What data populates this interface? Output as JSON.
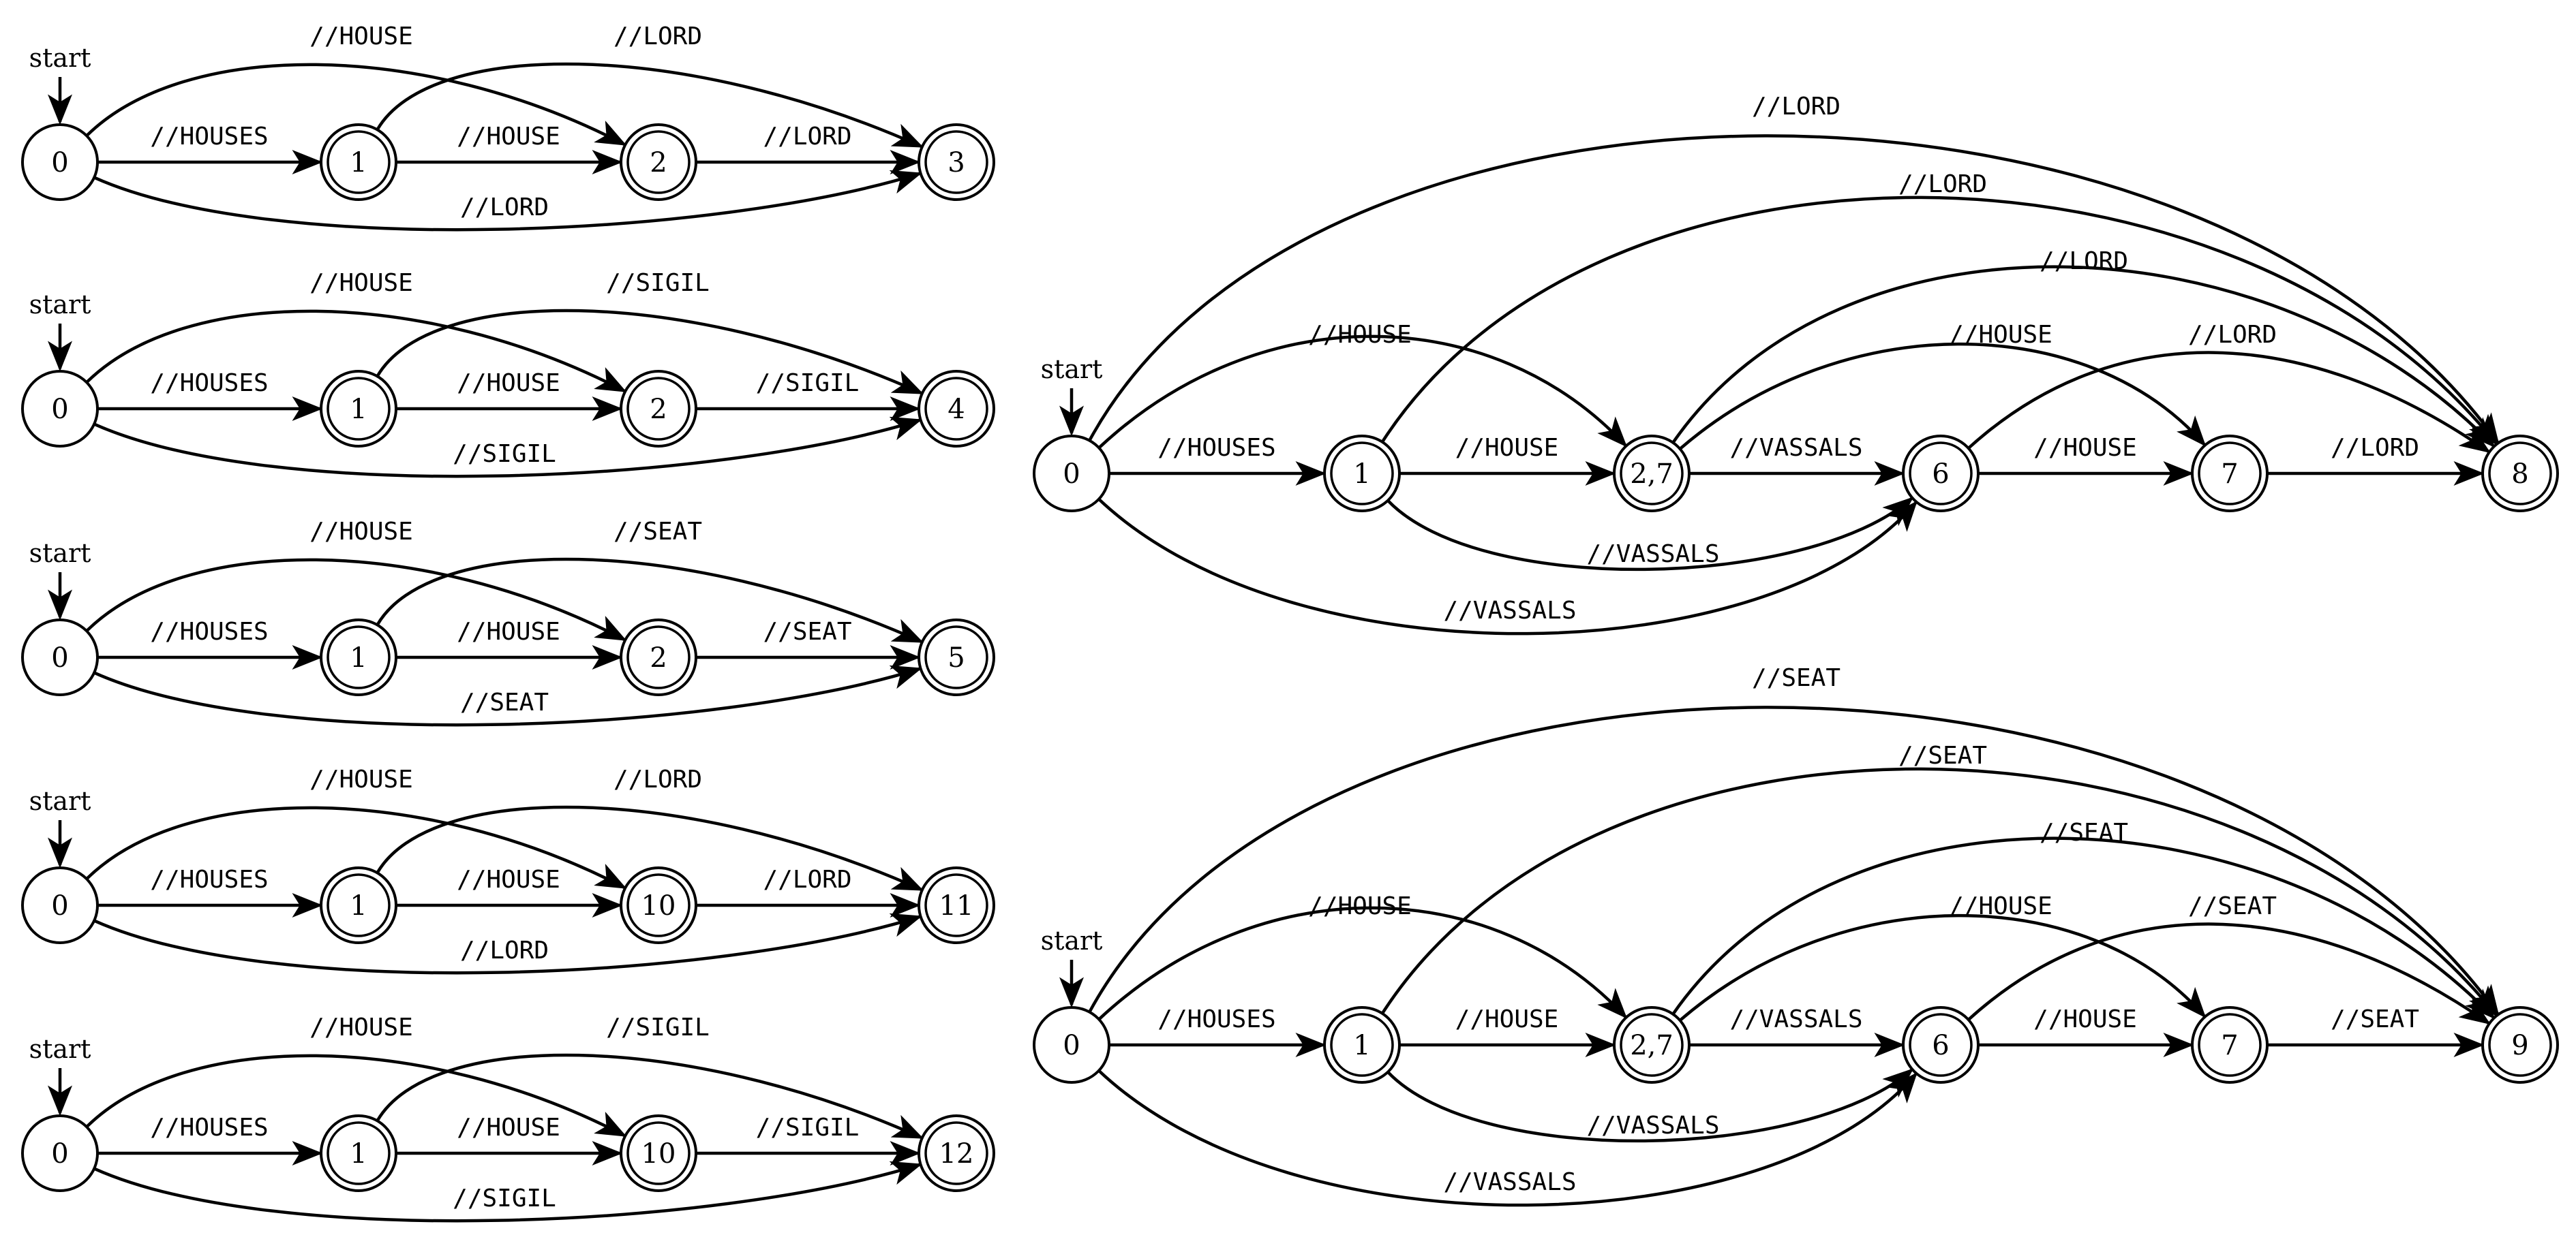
{
  "start_label": "start",
  "automata": [
    {
      "id": "a1",
      "states": [
        {
          "id": "0",
          "label": "0",
          "accepting": false
        },
        {
          "id": "1",
          "label": "1",
          "accepting": true
        },
        {
          "id": "2",
          "label": "2",
          "accepting": true
        },
        {
          "id": "3",
          "label": "3",
          "accepting": true
        }
      ],
      "transitions": [
        {
          "from": "0",
          "to": "1",
          "label": "//HOUSES"
        },
        {
          "from": "1",
          "to": "2",
          "label": "//HOUSE"
        },
        {
          "from": "2",
          "to": "3",
          "label": "//LORD"
        },
        {
          "from": "0",
          "to": "2",
          "label": "//HOUSE"
        },
        {
          "from": "1",
          "to": "3",
          "label": "//LORD"
        },
        {
          "from": "0",
          "to": "3",
          "label": "//LORD"
        }
      ]
    },
    {
      "id": "a2",
      "states": [
        {
          "id": "0",
          "label": "0",
          "accepting": false
        },
        {
          "id": "1",
          "label": "1",
          "accepting": true
        },
        {
          "id": "2",
          "label": "2",
          "accepting": true
        },
        {
          "id": "4",
          "label": "4",
          "accepting": true
        }
      ],
      "transitions": [
        {
          "from": "0",
          "to": "1",
          "label": "//HOUSES"
        },
        {
          "from": "1",
          "to": "2",
          "label": "//HOUSE"
        },
        {
          "from": "2",
          "to": "4",
          "label": "//SIGIL"
        },
        {
          "from": "0",
          "to": "2",
          "label": "//HOUSE"
        },
        {
          "from": "1",
          "to": "4",
          "label": "//SIGIL"
        },
        {
          "from": "0",
          "to": "4",
          "label": "//SIGIL"
        }
      ]
    },
    {
      "id": "a3",
      "states": [
        {
          "id": "0",
          "label": "0",
          "accepting": false
        },
        {
          "id": "1",
          "label": "1",
          "accepting": true
        },
        {
          "id": "2",
          "label": "2",
          "accepting": true
        },
        {
          "id": "5",
          "label": "5",
          "accepting": true
        }
      ],
      "transitions": [
        {
          "from": "0",
          "to": "1",
          "label": "//HOUSES"
        },
        {
          "from": "1",
          "to": "2",
          "label": "//HOUSE"
        },
        {
          "from": "2",
          "to": "5",
          "label": "//SEAT"
        },
        {
          "from": "0",
          "to": "2",
          "label": "//HOUSE"
        },
        {
          "from": "1",
          "to": "5",
          "label": "//SEAT"
        },
        {
          "from": "0",
          "to": "5",
          "label": "//SEAT"
        }
      ]
    },
    {
      "id": "a4",
      "states": [
        {
          "id": "0",
          "label": "0",
          "accepting": false
        },
        {
          "id": "1",
          "label": "1",
          "accepting": true
        },
        {
          "id": "10",
          "label": "10",
          "accepting": true
        },
        {
          "id": "11",
          "label": "11",
          "accepting": true
        }
      ],
      "transitions": [
        {
          "from": "0",
          "to": "1",
          "label": "//HOUSES"
        },
        {
          "from": "1",
          "to": "10",
          "label": "//HOUSE"
        },
        {
          "from": "10",
          "to": "11",
          "label": "//LORD"
        },
        {
          "from": "0",
          "to": "10",
          "label": "//HOUSE"
        },
        {
          "from": "1",
          "to": "11",
          "label": "//LORD"
        },
        {
          "from": "0",
          "to": "11",
          "label": "//LORD"
        }
      ]
    },
    {
      "id": "a5",
      "states": [
        {
          "id": "0",
          "label": "0",
          "accepting": false
        },
        {
          "id": "1",
          "label": "1",
          "accepting": true
        },
        {
          "id": "10",
          "label": "10",
          "accepting": true
        },
        {
          "id": "12",
          "label": "12",
          "accepting": true
        }
      ],
      "transitions": [
        {
          "from": "0",
          "to": "1",
          "label": "//HOUSES"
        },
        {
          "from": "1",
          "to": "10",
          "label": "//HOUSE"
        },
        {
          "from": "10",
          "to": "12",
          "label": "//SIGIL"
        },
        {
          "from": "0",
          "to": "10",
          "label": "//HOUSE"
        },
        {
          "from": "1",
          "to": "12",
          "label": "//SIGIL"
        },
        {
          "from": "0",
          "to": "12",
          "label": "//SIGIL"
        }
      ]
    },
    {
      "id": "b1",
      "states": [
        {
          "id": "0",
          "label": "0",
          "accepting": false
        },
        {
          "id": "1",
          "label": "1",
          "accepting": true
        },
        {
          "id": "27",
          "label": "2,7",
          "accepting": true
        },
        {
          "id": "6",
          "label": "6",
          "accepting": true
        },
        {
          "id": "7",
          "label": "7",
          "accepting": true
        },
        {
          "id": "8",
          "label": "8",
          "accepting": true
        }
      ],
      "transitions": [
        {
          "from": "0",
          "to": "1",
          "label": "//HOUSES"
        },
        {
          "from": "1",
          "to": "27",
          "label": "//HOUSE"
        },
        {
          "from": "27",
          "to": "6",
          "label": "//VASSALS"
        },
        {
          "from": "6",
          "to": "7",
          "label": "//HOUSE"
        },
        {
          "from": "7",
          "to": "8",
          "label": "//LORD"
        },
        {
          "from": "0",
          "to": "8",
          "label": "//LORD"
        },
        {
          "from": "1",
          "to": "8",
          "label": "//LORD"
        },
        {
          "from": "27",
          "to": "8",
          "label": "//LORD"
        },
        {
          "from": "0",
          "to": "27",
          "label": "//HOUSE"
        },
        {
          "from": "27",
          "to": "7",
          "label": "//HOUSE"
        },
        {
          "from": "6",
          "to": "8",
          "label": "//LORD"
        },
        {
          "from": "1",
          "to": "6",
          "label": "//VASSALS"
        },
        {
          "from": "0",
          "to": "6",
          "label": "//VASSALS"
        }
      ]
    },
    {
      "id": "b2",
      "states": [
        {
          "id": "0",
          "label": "0",
          "accepting": false
        },
        {
          "id": "1",
          "label": "1",
          "accepting": true
        },
        {
          "id": "27",
          "label": "2,7",
          "accepting": true
        },
        {
          "id": "6",
          "label": "6",
          "accepting": true
        },
        {
          "id": "7",
          "label": "7",
          "accepting": true
        },
        {
          "id": "9",
          "label": "9",
          "accepting": true
        }
      ],
      "transitions": [
        {
          "from": "0",
          "to": "1",
          "label": "//HOUSES"
        },
        {
          "from": "1",
          "to": "27",
          "label": "//HOUSE"
        },
        {
          "from": "27",
          "to": "6",
          "label": "//VASSALS"
        },
        {
          "from": "6",
          "to": "7",
          "label": "//HOUSE"
        },
        {
          "from": "7",
          "to": "9",
          "label": "//SEAT"
        },
        {
          "from": "0",
          "to": "9",
          "label": "//SEAT"
        },
        {
          "from": "1",
          "to": "9",
          "label": "//SEAT"
        },
        {
          "from": "27",
          "to": "9",
          "label": "//SEAT"
        },
        {
          "from": "0",
          "to": "27",
          "label": "//HOUSE"
        },
        {
          "from": "27",
          "to": "7",
          "label": "//HOUSE"
        },
        {
          "from": "6",
          "to": "9",
          "label": "//SEAT"
        },
        {
          "from": "1",
          "to": "6",
          "label": "//VASSALS"
        },
        {
          "from": "0",
          "to": "6",
          "label": "//VASSALS"
        }
      ]
    }
  ]
}
